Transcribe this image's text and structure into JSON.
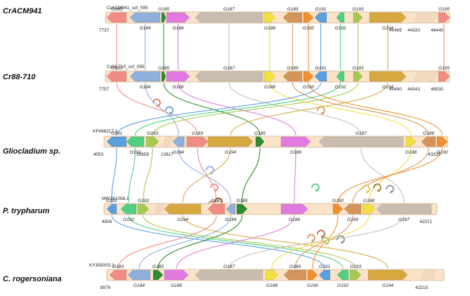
{
  "organisms": [
    {
      "name": "CrACM941",
      "scaffold": "CrACM941_scf_095",
      "start": "7737",
      "coords": [
        "40465",
        "44320",
        "46440"
      ]
    },
    {
      "name": "Cr88-710",
      "scaffold": "Cr88-710_scf_095",
      "start": "7757",
      "coords": [
        "40490",
        "44341",
        "46530"
      ]
    },
    {
      "name": "Gliocladium sp.",
      "scaffold": "KF496217.1",
      "start": "4053",
      "coords": [
        "10858",
        "12617",
        "43325"
      ]
    },
    {
      "name": "P. trypharum",
      "scaffold": "MW161056.1",
      "start": "4906",
      "coords": [
        "42371"
      ]
    },
    {
      "name": "C. rogersoniana",
      "scaffold": "KY359203.1",
      "start": "8579",
      "coords": [
        "42215"
      ]
    }
  ],
  "gene_colors": {
    "G183": "#f08c84",
    "G184": "#8fb0dc",
    "G185": "#2e8b2e",
    "G186": "#e07ae0",
    "G187": "#c8bdb0",
    "G188": "#f0e040",
    "G189": "#d4955a",
    "G190": "#f09030",
    "G191": "#5a9fe0",
    "G192": "#50d080",
    "G193": "#a8c850",
    "G194": "#d8a840",
    "G195": "#f08c84"
  },
  "tracks": [
    {
      "genes": [
        {
          "label": "G183",
          "c": "G183",
          "dir": -1
        },
        {
          "label": "G184",
          "c": "G184",
          "dir": -1
        },
        {
          "label": "G185",
          "c": "G185",
          "dir": 1
        },
        {
          "label": "G186",
          "c": "G186",
          "dir": 1
        },
        {
          "label": "G187",
          "c": "G187",
          "dir": -1
        },
        {
          "label": "G188",
          "c": "G188",
          "dir": 1
        },
        {
          "label": "G189",
          "c": "G189",
          "dir": -1
        },
        {
          "label": "G190",
          "c": "G190",
          "dir": 1
        },
        {
          "label": "G191",
          "c": "G191",
          "dir": -1
        },
        {
          "label": "G192",
          "c": "G192",
          "dir": -1
        },
        {
          "label": "G193",
          "c": "G193",
          "dir": 1
        },
        {
          "label": "G194",
          "c": "G194",
          "dir": 1
        },
        {
          "label": "G195",
          "c": "G195",
          "dir": 1
        }
      ]
    },
    {
      "genes": [
        {
          "label": "G183",
          "c": "G183",
          "dir": -1
        },
        {
          "label": "G184",
          "c": "G184",
          "dir": -1
        },
        {
          "label": "G185",
          "c": "G185",
          "dir": 1
        },
        {
          "label": "G186",
          "c": "G186",
          "dir": 1
        },
        {
          "label": "G187",
          "c": "G187",
          "dir": -1
        },
        {
          "label": "G188",
          "c": "G188",
          "dir": 1
        },
        {
          "label": "G189",
          "c": "G189",
          "dir": -1
        },
        {
          "label": "G190",
          "c": "G190",
          "dir": 1
        },
        {
          "label": "G191",
          "c": "G191",
          "dir": -1
        },
        {
          "label": "G192",
          "c": "G192",
          "dir": -1
        },
        {
          "label": "G193",
          "c": "G193",
          "dir": 1
        },
        {
          "label": "G194",
          "c": "G194",
          "dir": 1
        },
        {
          "label": "G195",
          "c": "G195",
          "dir": 1
        }
      ]
    },
    {
      "genes": [
        {
          "label": "G191",
          "c": "G191",
          "dir": -1
        },
        {
          "label": "G192",
          "c": "G192",
          "dir": -1
        },
        {
          "label": "G193",
          "c": "G193",
          "dir": 1
        },
        {
          "label": "G184",
          "c": "G184",
          "dir": -1
        },
        {
          "label": "G183",
          "c": "G183",
          "dir": 1
        },
        {
          "label": "G194",
          "c": "G194",
          "dir": 1
        },
        {
          "label": "G185",
          "c": "G185",
          "dir": 1
        },
        {
          "label": "G186",
          "c": "G186",
          "dir": 1
        },
        {
          "label": "G187",
          "c": "G187",
          "dir": -1
        },
        {
          "label": "G188",
          "c": "G188",
          "dir": 1
        },
        {
          "label": "G189",
          "c": "G189",
          "dir": -1
        },
        {
          "label": "G190",
          "c": "G190",
          "dir": 1
        }
      ]
    },
    {
      "genes": [
        {
          "label": "G191",
          "c": "G191",
          "dir": -1
        },
        {
          "label": "G192",
          "c": "G192",
          "dir": -1
        },
        {
          "label": "G193",
          "c": "G193",
          "dir": 1
        },
        {
          "label": "G194",
          "c": "G194",
          "dir": -1
        },
        {
          "label": "G183",
          "c": "G183",
          "dir": -1
        },
        {
          "label": "G184",
          "c": "G184",
          "dir": -1
        },
        {
          "label": "G185",
          "c": "G185",
          "dir": 1
        },
        {
          "label": "G186",
          "c": "G186",
          "dir": 1
        },
        {
          "label": "G190",
          "c": "G190",
          "dir": 1
        },
        {
          "label": "G189",
          "c": "G189",
          "dir": -1
        },
        {
          "label": "G188",
          "c": "G188",
          "dir": 1
        },
        {
          "label": "G187",
          "c": "G187",
          "dir": -1
        }
      ]
    },
    {
      "genes": [
        {
          "label": "G183",
          "c": "G183",
          "dir": -1
        },
        {
          "label": "G184",
          "c": "G184",
          "dir": -1
        },
        {
          "label": "G185",
          "c": "G185",
          "dir": 1
        },
        {
          "label": "G186",
          "c": "G186",
          "dir": 1
        },
        {
          "label": "G187",
          "c": "G187",
          "dir": -1
        },
        {
          "label": "G188",
          "c": "G188",
          "dir": 1
        },
        {
          "label": "G189",
          "c": "G189",
          "dir": -1
        },
        {
          "label": "G190",
          "c": "G190",
          "dir": 1
        },
        {
          "label": "G191",
          "c": "G191",
          "dir": -1
        },
        {
          "label": "G192",
          "c": "G192",
          "dir": -1
        },
        {
          "label": "G193",
          "c": "G193",
          "dir": 1
        },
        {
          "label": "G194",
          "c": "G194",
          "dir": 1
        }
      ]
    }
  ]
}
